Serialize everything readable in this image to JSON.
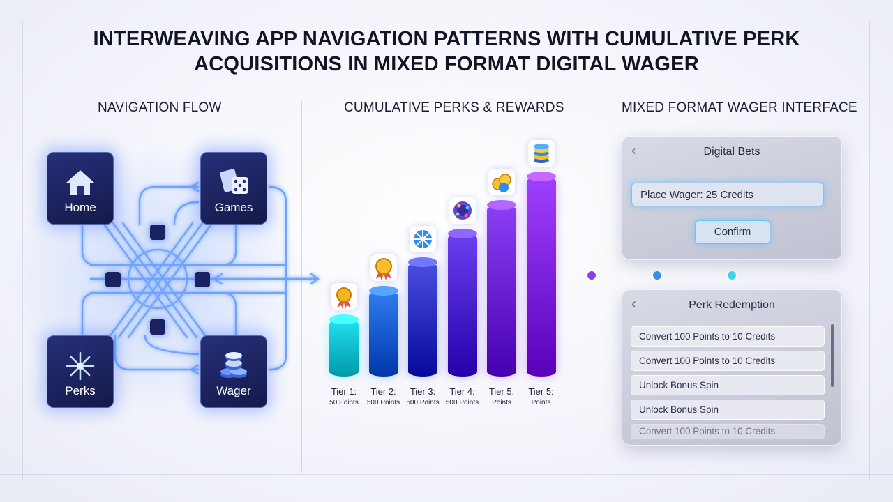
{
  "title": {
    "line1": "INTERWEAVING APP NAVIGATION PATTERNS WITH CUMULATIVE PERK",
    "line2": "ACQUISITIONS IN MIXED FORMAT DIGITAL WAGER"
  },
  "sections": {
    "navigation": "NAVIGATION FLOW",
    "perks": "CUMULATIVE PERKS & REWARDS",
    "wager": "MIXED FORMAT WAGER INTERFACE"
  },
  "nav_nodes": [
    {
      "label": "Home",
      "icon": "home-icon"
    },
    {
      "label": "Games",
      "icon": "dice-cards-icon"
    },
    {
      "label": "Perks",
      "icon": "snowflake-icon"
    },
    {
      "label": "Wager",
      "icon": "chips-icon"
    }
  ],
  "tiers": [
    {
      "label": "Tier 1:",
      "points": "50 Points",
      "icon": "medal-icon",
      "level": 1
    },
    {
      "label": "Tier 2:",
      "points": "500 Points",
      "icon": "coin-medal-icon",
      "level": 2
    },
    {
      "label": "Tier 3:",
      "points": "500 Points",
      "icon": "wheel-icon",
      "level": 3
    },
    {
      "label": "Tier 4:",
      "points": "500 Points",
      "icon": "roulette-icon",
      "level": 4
    },
    {
      "label": "Tier 5:",
      "points": "Points",
      "icon": "coins-icon",
      "level": 5
    },
    {
      "label": "Tier 5:",
      "points": "Points",
      "icon": "coin-stack-icon",
      "level": 6
    }
  ],
  "colors": {
    "bar_gradient": [
      "#22e0f0",
      "#2f7df0",
      "#4a4fe0",
      "#6a3ff0",
      "#8c3ff5",
      "#a040ff"
    ],
    "node_bg": "#1b2262",
    "glow": "#7fb2ff"
  },
  "digital_bets": {
    "title": "Digital Bets",
    "wager_field": "Place Wager: 25 Credits",
    "confirm": "Confirm"
  },
  "perk_redemption": {
    "title": "Perk Redemption",
    "items": [
      "Convert 100 Points to 10 Credits",
      "Convert 100 Points to 10 Credits",
      "Unlock Bonus Spin",
      "Unlock Bonus Spin",
      "Convert 100 Points to 10 Credits"
    ]
  }
}
